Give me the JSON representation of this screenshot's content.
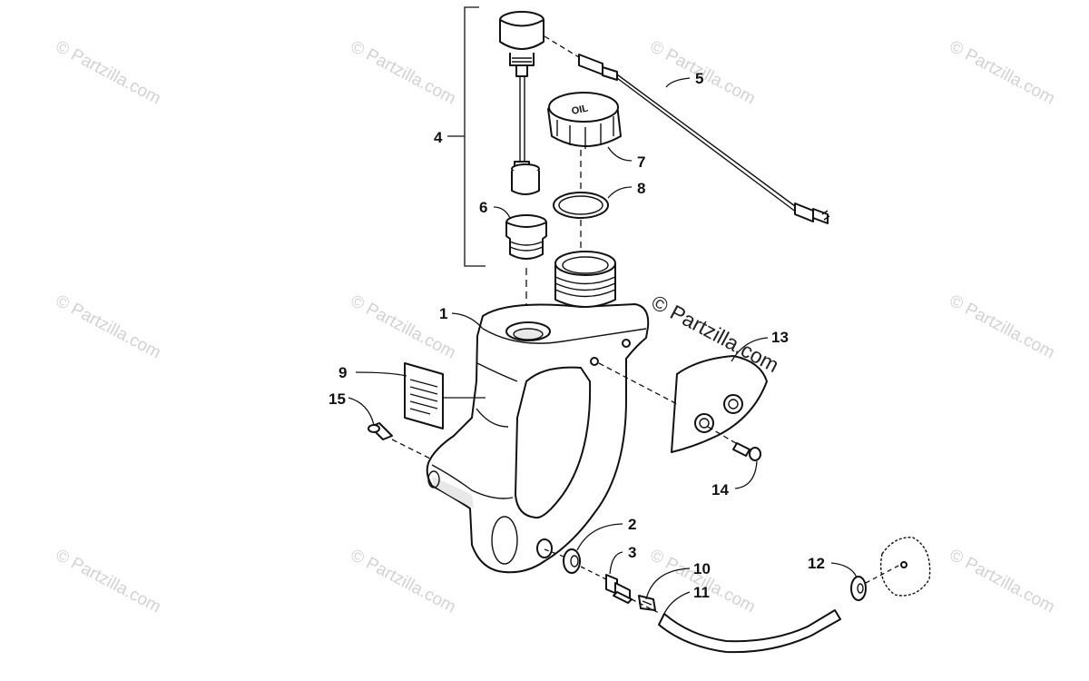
{
  "watermark": {
    "text": "© Partzilla.com",
    "center_text": "© Partzilla.com"
  },
  "callouts": [
    {
      "id": "1",
      "label": "1"
    },
    {
      "id": "2",
      "label": "2"
    },
    {
      "id": "3",
      "label": "3"
    },
    {
      "id": "4",
      "label": "4"
    },
    {
      "id": "5",
      "label": "5"
    },
    {
      "id": "6",
      "label": "6"
    },
    {
      "id": "7",
      "label": "7"
    },
    {
      "id": "8",
      "label": "8"
    },
    {
      "id": "9",
      "label": "9"
    },
    {
      "id": "10",
      "label": "10"
    },
    {
      "id": "11",
      "label": "11"
    },
    {
      "id": "12",
      "label": "12"
    },
    {
      "id": "13",
      "label": "13"
    },
    {
      "id": "14",
      "label": "14"
    },
    {
      "id": "15",
      "label": "15"
    }
  ],
  "cap_lettering": "OIL",
  "colors": {
    "line": "#111111",
    "watermark": "#d2d2d2",
    "background": "#ffffff"
  }
}
